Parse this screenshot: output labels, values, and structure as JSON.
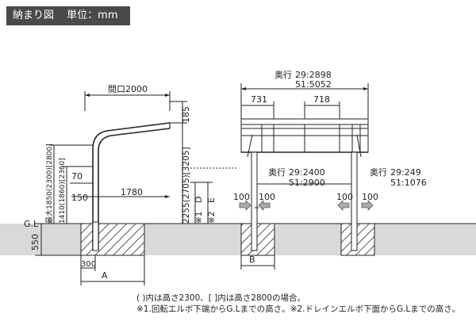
{
  "header": {
    "title": "納まり図",
    "unit": "単位：mm"
  },
  "left_view": {
    "frontage": "間口2000",
    "top_dim": "185",
    "height_total": "2255(2705)[3205]",
    "length_main": "1780",
    "len_70": "70",
    "len_150": "150",
    "beam_height": "最大1850(2300)[2800]",
    "eave_height": "1410(1860)[2360]",
    "note1": "※1",
    "note2": "※2",
    "label_D": "D",
    "label_E": "E",
    "gl": "G.L",
    "depth_550": "550",
    "post_300": "300",
    "label_A": "A"
  },
  "right_view": {
    "depth_total_label": "奥行",
    "depth_total_29": "29:2898",
    "depth_total_51": "51:5052",
    "span_731": "731",
    "span_718": "718",
    "inner_label": "奥行",
    "inner_29": "29:2400",
    "inner_51": "51:2900",
    "outer_label": "奥行",
    "outer_29": "29:249",
    "outer_51": "51:1076",
    "dim_100a": "100",
    "dim_100b": "100",
    "dim_100c": "100",
    "dim_100d": "100",
    "label_B": "B"
  },
  "notes": {
    "line1": "(    )内は高さ2300、[    ]内は高さ2800の場合。",
    "line2": "※1.回転エルボ下端からG.Lまでの高さ。※2.ドレインエルボ下面からG.Lまでの高さ。"
  }
}
